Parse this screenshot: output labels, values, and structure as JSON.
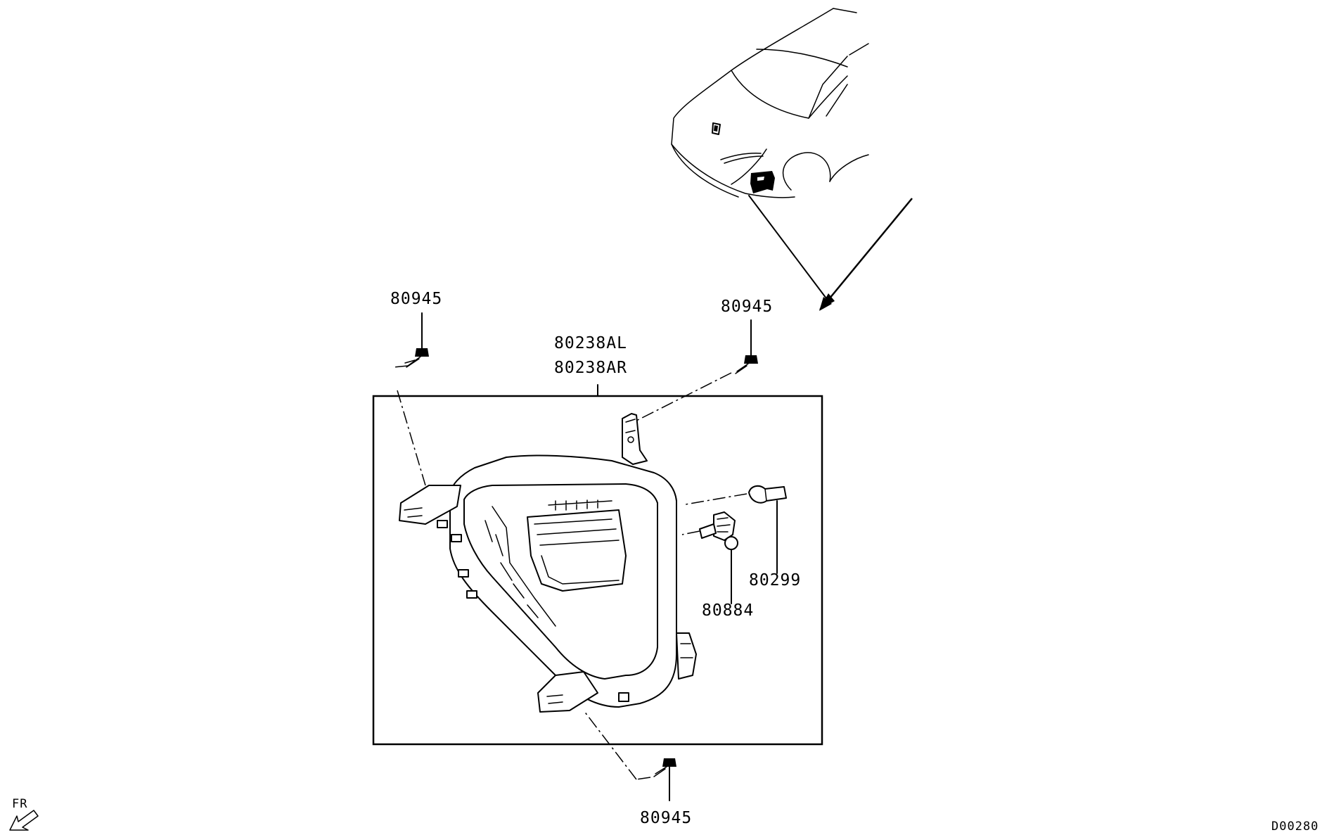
{
  "parts": {
    "screw_top_left": "80945",
    "screw_top_right": "80945",
    "screw_bottom": "80945",
    "lamp_assy_left": "80238AL",
    "lamp_assy_right": "80238AR",
    "bulb_amber": "80299",
    "bulb_socket": "80884"
  },
  "direction_label": "FR",
  "diagram_code": "D00280",
  "icons": {
    "front_direction": "arrow-front-icon",
    "vehicle_locator": "vehicle-front-icon"
  }
}
